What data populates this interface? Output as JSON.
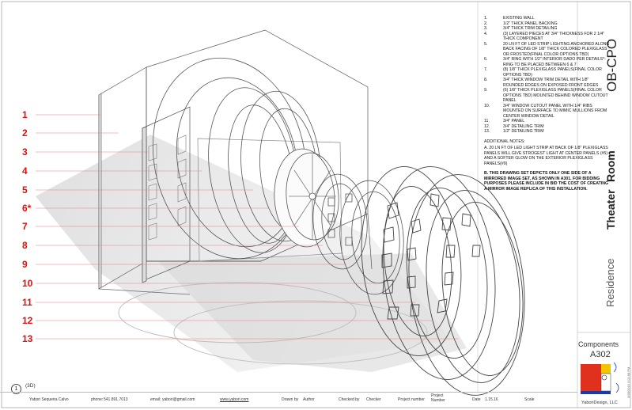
{
  "callouts": [
    "1",
    "2",
    "3",
    "4",
    "5",
    "6*",
    "7",
    "8",
    "9",
    "10",
    "11",
    "12",
    "13"
  ],
  "notes": [
    {
      "num": "1.",
      "text": "EXISTING WALL"
    },
    {
      "num": "2.",
      "text": "1/2\" THICK PANEL BACKING"
    },
    {
      "num": "3.",
      "text": "3/4\" THICK TRIM DETAILING"
    },
    {
      "num": "4.",
      "text": "(3) LAYERED PIECES AT 3/4\" THICKNESS FOR 2 1/4\" THICK COMPONENT"
    },
    {
      "num": "5.",
      "text": "20 LN FT OF LED STRIP LIGHTING ANCHORED ALONG BACK FACING OF 1/8\" THICK COLORED PLEXIGLASS OR FROSTED(FINAL COLOR OPTIONS TBD)"
    },
    {
      "num": "6.",
      "text": "3/4\" RING WITH 1/2\" INTERIOR DADO PER DETAILS*- RING TO BE PLACED BETWEEN 6 & 7"
    },
    {
      "num": "7.",
      "text": "(8) 1/8\" THICK PLEXIGLASS PANELS(FINAL COLOR OPTIONS TBD)"
    },
    {
      "num": "8.",
      "text": "3/4\" THICK WINDOW TRIM DETAIL WITH 1/8\" ROUNDED EDGES ON EXPOSED FRONT EDGES"
    },
    {
      "num": "9.",
      "text": "(6) 1/8\" THICK PLEXIGLASS PANELS(FINAL COLOR OPTIONS TBD) MOUNTED BEHIND WINDOW CUTOUT PANEL"
    },
    {
      "num": "10.",
      "text": "3/4\" WINDOW CUTOUT PANEL WITH 1/4\" RIBS MOUNTED ON SURFACE TO MIMIC MULLIONS FROM CENTER WINDOW DETAIL"
    },
    {
      "num": "11.",
      "text": "3/4\" PANEL"
    },
    {
      "num": "12.",
      "text": "3/4\" DETAILING TRIM"
    },
    {
      "num": "13.",
      "text": "1/2\" DETAILING TRIM"
    }
  ],
  "additional_notes": {
    "title": "ADDITIONAL NOTES:",
    "a": "A. 20 LN FT OF LED LIGHT STRIP AT BACK OF 1/8\" PLEXIGLASS PANELS WILL GIVE STROGEST LIGHT AT CENTER PANELS (#5) AND A SOFTER GLOW ON THE EXTERIOR PLEXIGLASS PANELS(#9)",
    "b": "B. THIS DRAWING SET DEPICTS ONLY ONE SIDE OF A MIRRORED IMAGE SET, AS SHOWN IN A301. FOR BIDDING PURPOSES PLEASE INCLUDE IN BID THE COST OF CREATING A MIRROR IMAGE REPLICA OF THIS INSTALLATION."
  },
  "title_block": {
    "client": "OB-CPO",
    "project_a": "Theater",
    "project_b": "Room",
    "project_c": "Residence",
    "sheet_name": "Components",
    "sheet_number": "A302",
    "firm": "YaboriDesign, LLC",
    "date_stamp": "3/28/2016 3:01:58 PM"
  },
  "footer": {
    "view_number": "1",
    "view_label": "(3D)",
    "designer": "Yabori Sequeira Calvo",
    "phone_label": "phone:",
    "phone": "541.891.7013",
    "email_label": "email:",
    "email": "yabori@gmail.com",
    "website": "www.yabori.com",
    "drawn_by_label": "Drawn by",
    "drawn_by": "Author",
    "checked_by_label": "Checked by",
    "checked_by": "Checker",
    "project_number_label": "Project number",
    "project_number_a": "Project",
    "project_number_b": "Number",
    "date_label": "Date",
    "date": "1.15.16",
    "scale_label": "Scale"
  },
  "colors": {
    "callout": "#dd1111",
    "logo_red": "#e0301e",
    "logo_blue": "#1e3aa8",
    "logo_yellow": "#f3c400"
  }
}
